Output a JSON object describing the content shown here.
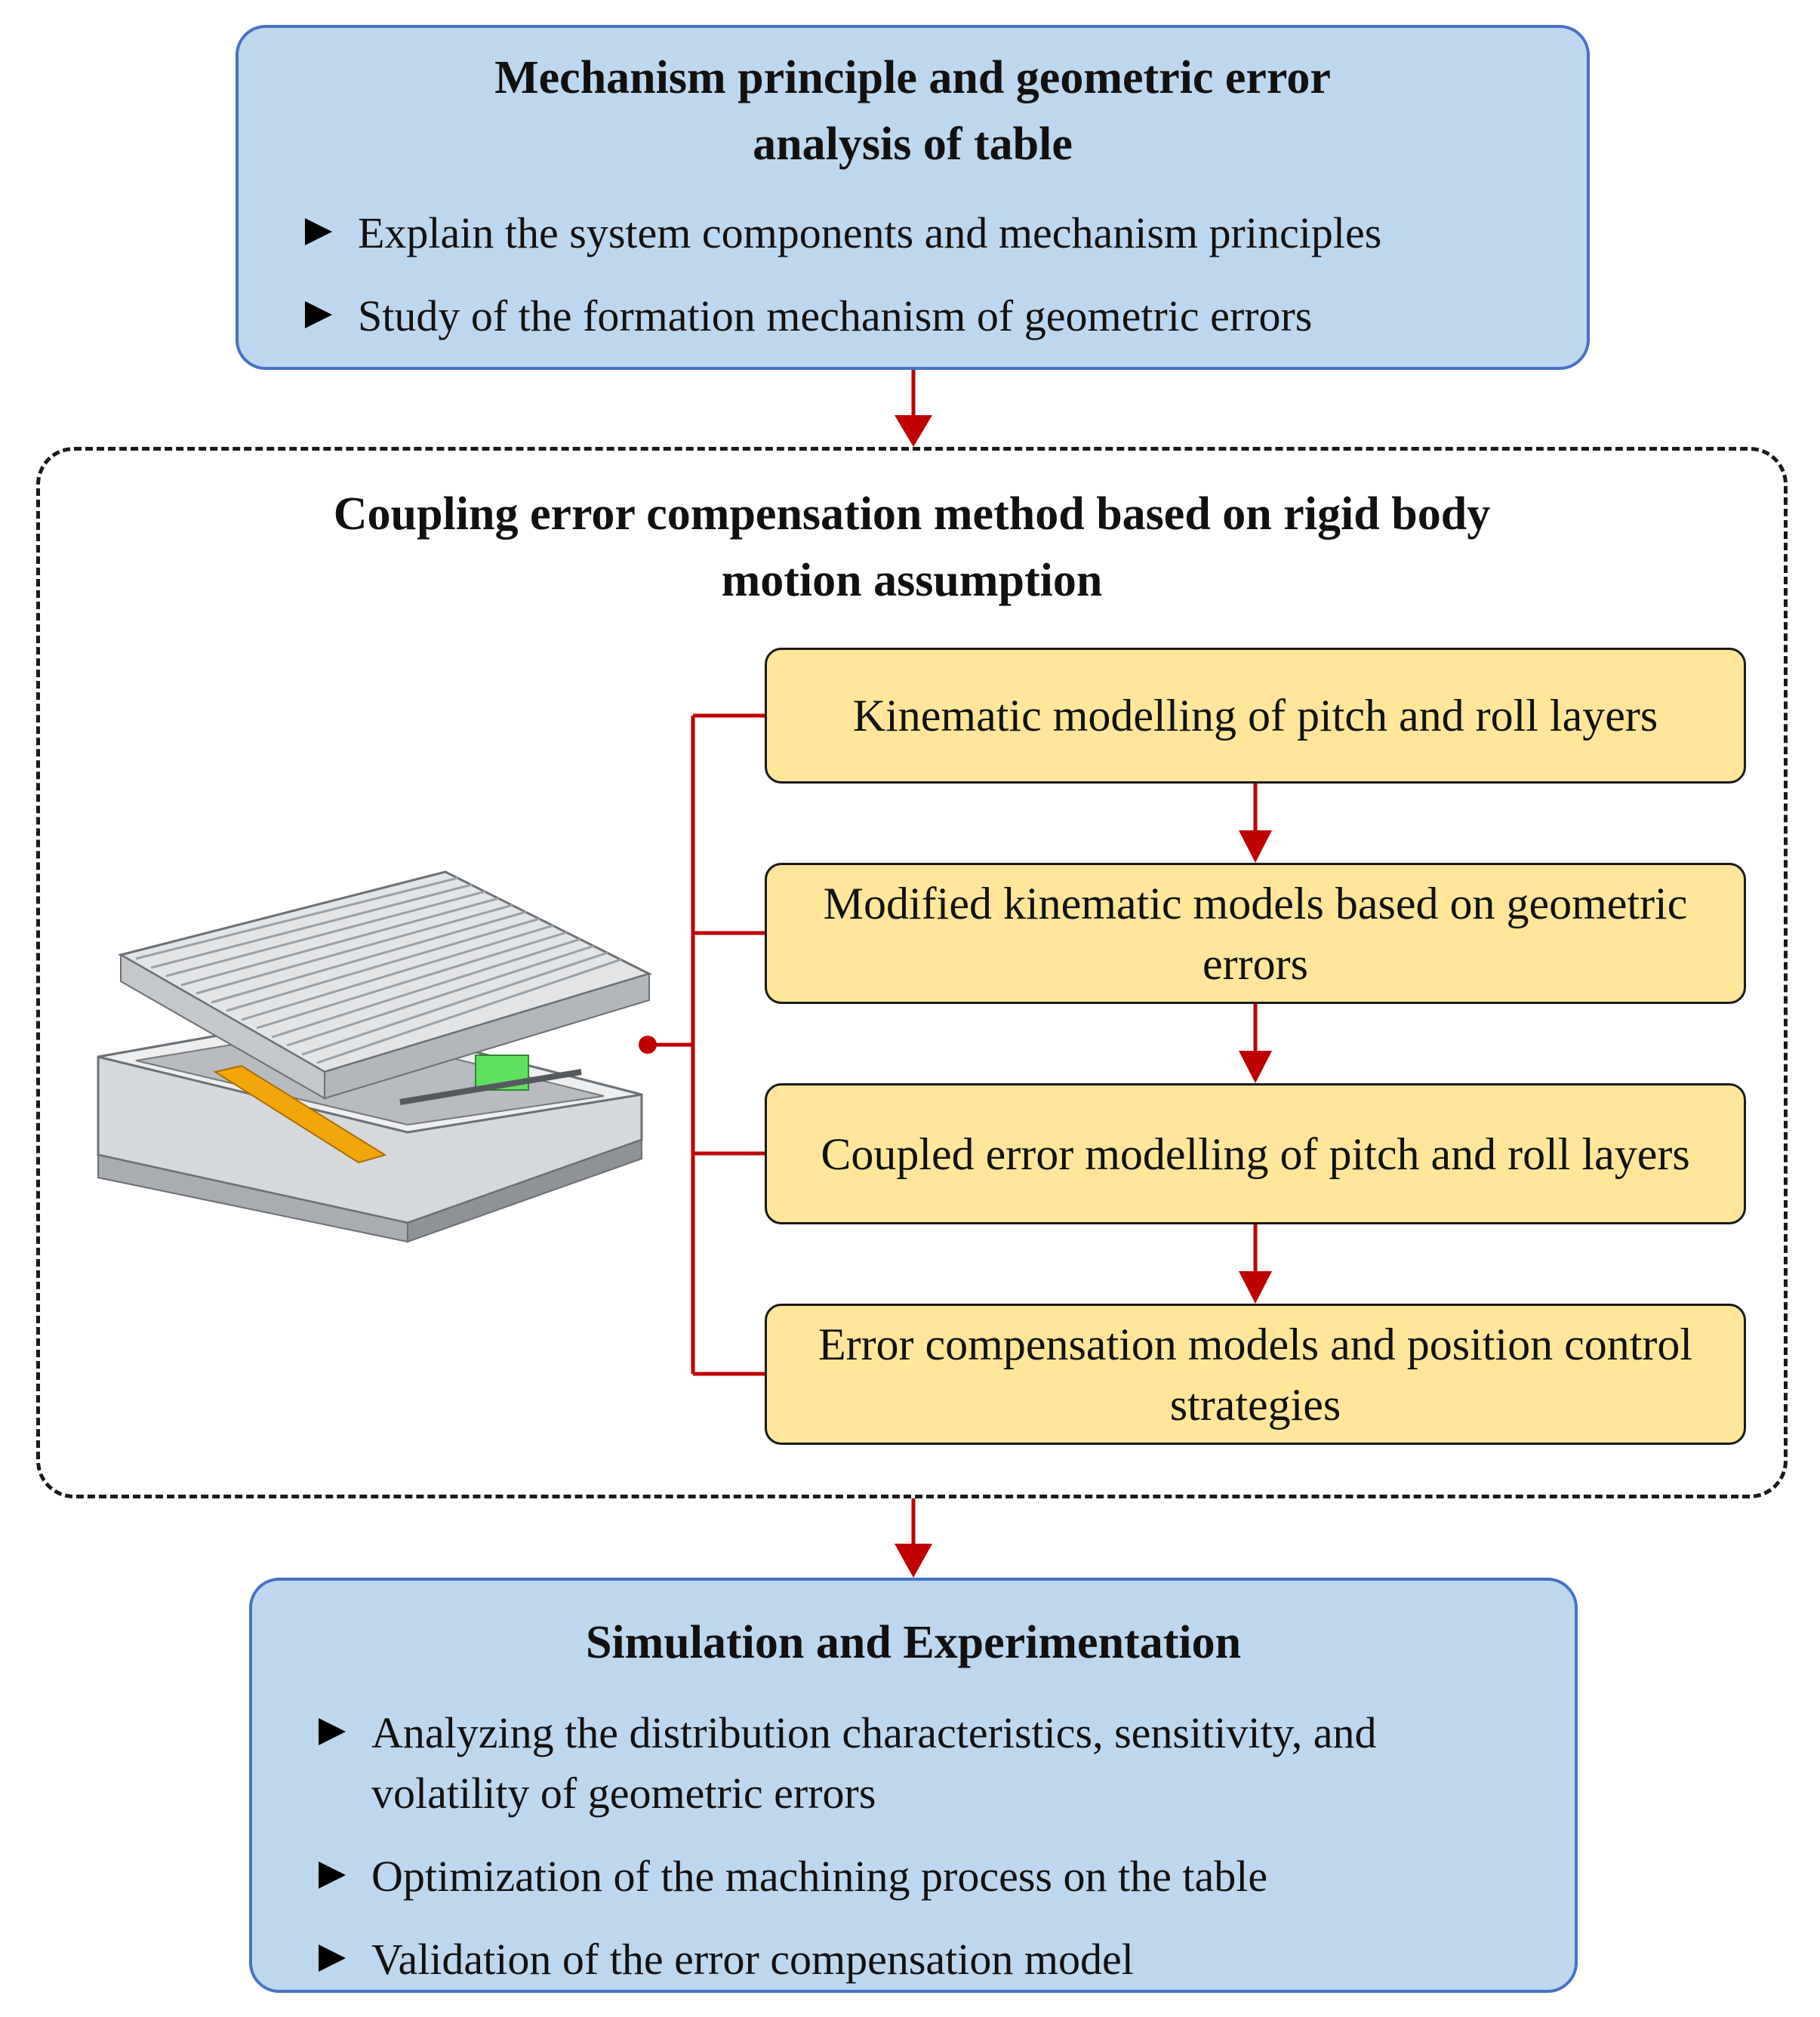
{
  "top_box": {
    "title": "Mechanism principle and geometric error analysis of table",
    "bullets": [
      "Explain the system components and mechanism principles",
      "Study of the formation mechanism of geometric errors"
    ]
  },
  "middle_group": {
    "title": "Coupling error compensation method based on rigid body motion assumption",
    "steps": [
      "Kinematic modelling of pitch and roll layers",
      "Modified kinematic models based on geometric errors",
      "Coupled error modelling of pitch and roll layers",
      "Error compensation models and position control strategies"
    ]
  },
  "bottom_box": {
    "title": "Simulation and Experimentation",
    "bullets": [
      "Analyzing the distribution characteristics, sensitivity, and volatility of geometric errors",
      "Optimization of the machining process on the table",
      "Validation of the error compensation model"
    ]
  },
  "colors": {
    "blue_fill": "#bdd7ee",
    "blue_border": "#4472c4",
    "yellow_fill": "#ffe699",
    "arrow_red": "#c00000"
  }
}
